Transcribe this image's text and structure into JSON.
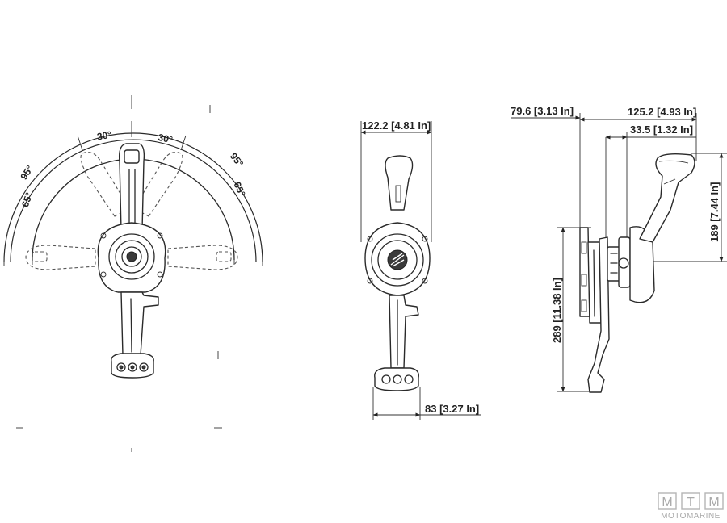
{
  "front_view": {
    "angles": {
      "upper_left": "30°",
      "upper_right": "30°",
      "outer_left": "95°",
      "outer_right": "95°",
      "inner_left": "65°",
      "inner_right": "65°"
    }
  },
  "side_view": {
    "width_label": "122.2 [4.81 In]",
    "base_label": "83 [3.27 In]"
  },
  "profile_view": {
    "left_offset_label": "79.6 [3.13 In]",
    "top_width_label": "125.2 [4.93 In]",
    "inner_offset_label": "33.5 [1.32 In]",
    "handle_height_label": "189 [7.44 In]",
    "body_height_label": "289 [11.38 In]"
  },
  "logo": {
    "letters": [
      "M",
      "T",
      "M"
    ],
    "word": "MOTOMARINE"
  },
  "colors": {
    "line": "#2a2a2a",
    "logo": "#a9a9a9"
  }
}
